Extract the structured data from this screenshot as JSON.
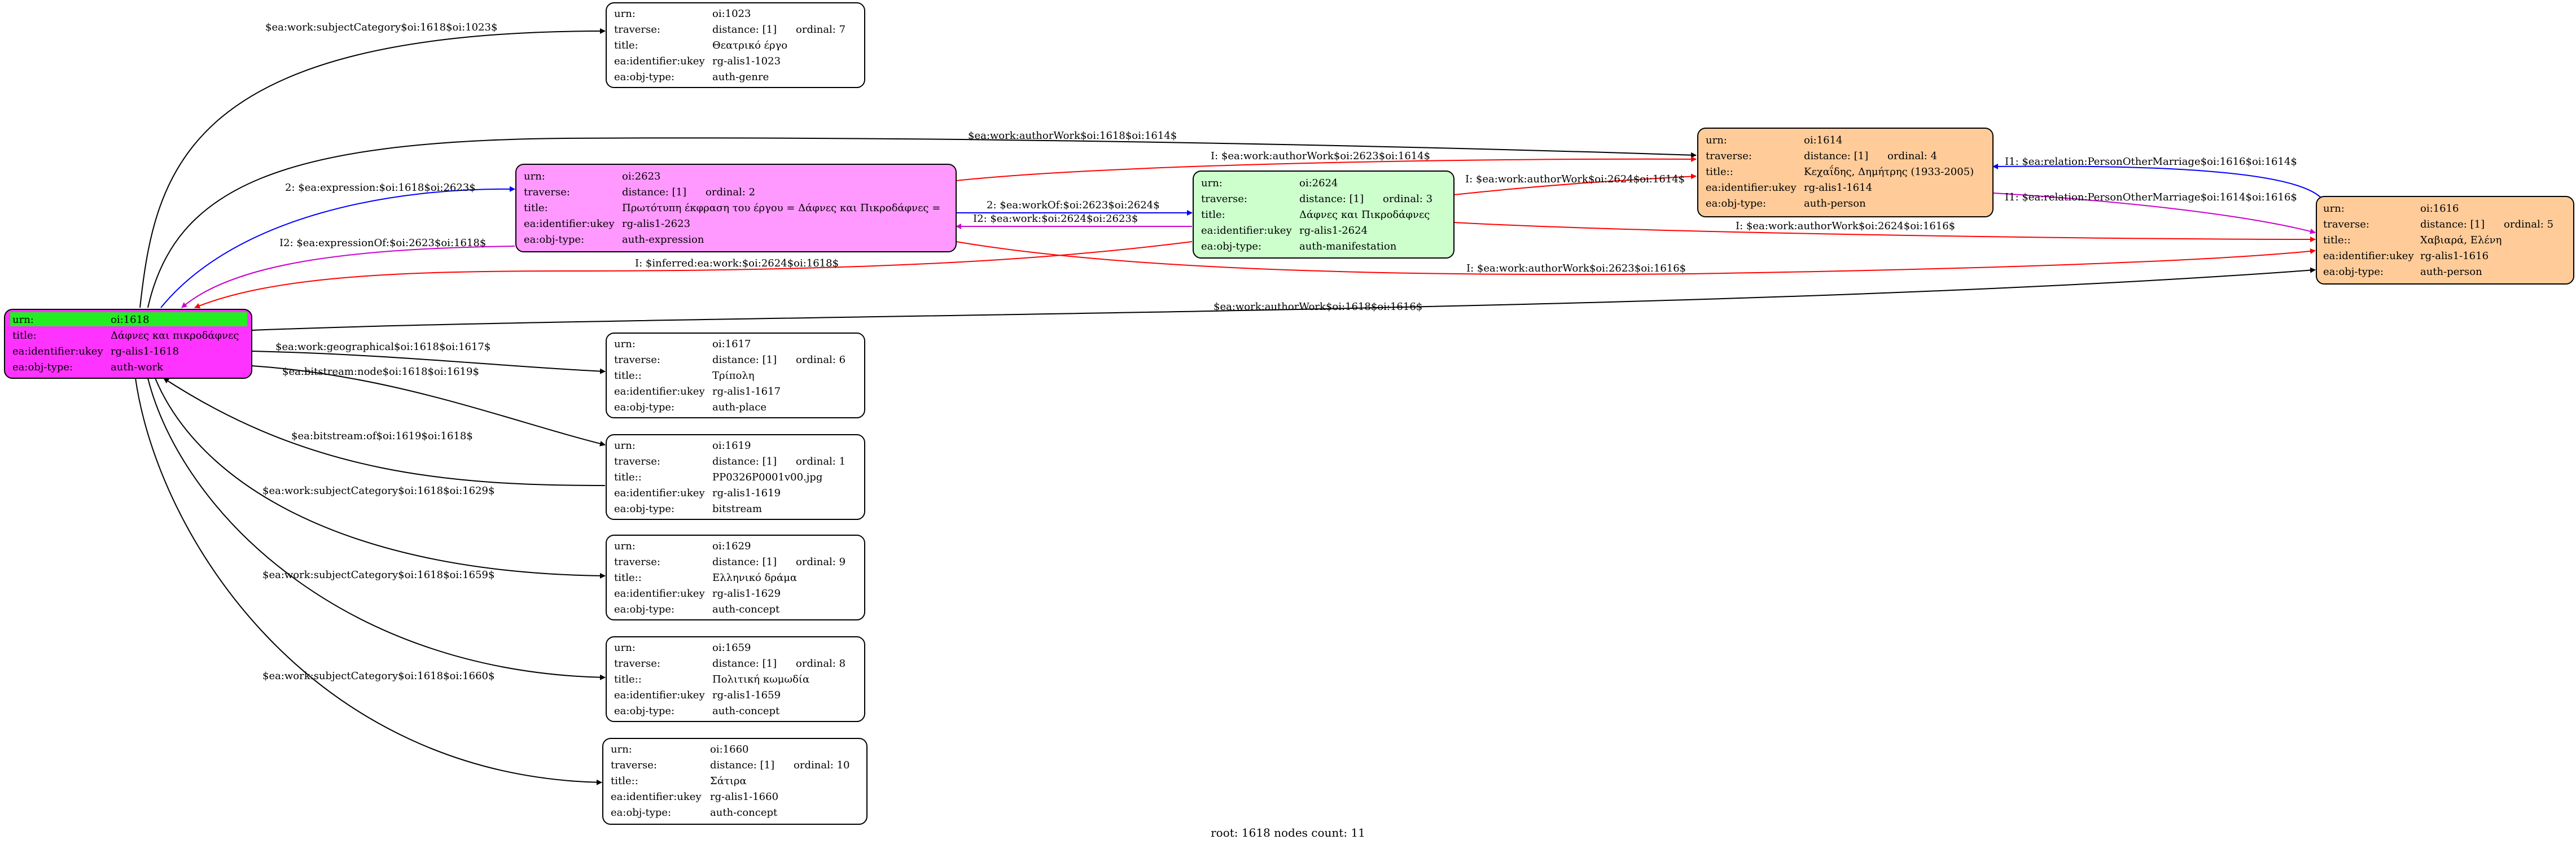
{
  "footer": "root: 1618 nodes count: 11",
  "colors": {
    "root_node": "#ff33ff",
    "root_header": "#22ee22",
    "expression_node": "#ff99ff",
    "manifestation_node": "#ccffcc",
    "person_node": "#ffcc99",
    "plain_node": "#ffffff",
    "edge_black": "#000000",
    "edge_red": "#ff0000",
    "edge_blue": "#0000ff",
    "edge_magenta": "#cc00cc"
  },
  "nodes": [
    {
      "id": "n1618",
      "rows": [
        [
          "urn:",
          "oi:1618"
        ],
        [
          "title:",
          "Δάφνες και πικροδάφνες"
        ],
        [
          "ea:identifier:ukey",
          "rg-alis1-1618"
        ],
        [
          "ea:obj-type:",
          "auth-work"
        ]
      ]
    },
    {
      "id": "n1023",
      "rows": [
        [
          "urn:",
          "oi:1023"
        ],
        [
          "traverse:",
          "distance: [1]",
          "ordinal: 7"
        ],
        [
          "title:",
          "Θεατρικό έργο"
        ],
        [
          "ea:identifier:ukey",
          "rg-alis1-1023"
        ],
        [
          "ea:obj-type:",
          "auth-genre"
        ]
      ]
    },
    {
      "id": "n2623",
      "rows": [
        [
          "urn:",
          "oi:2623"
        ],
        [
          "traverse:",
          "distance: [1]",
          "ordinal: 2"
        ],
        [
          "title:",
          "Πρωτότυπη έκφραση του έργου = Δάφνες και Πικροδάφνες ="
        ],
        [
          "ea:identifier:ukey",
          "rg-alis1-2623"
        ],
        [
          "ea:obj-type:",
          "auth-expression"
        ]
      ]
    },
    {
      "id": "n2624",
      "rows": [
        [
          "urn:",
          "oi:2624"
        ],
        [
          "traverse:",
          "distance: [1]",
          "ordinal: 3"
        ],
        [
          "title:",
          "Δάφνες και Πικροδάφνες"
        ],
        [
          "ea:identifier:ukey",
          "rg-alis1-2624"
        ],
        [
          "ea:obj-type:",
          "auth-manifestation"
        ]
      ]
    },
    {
      "id": "n1614",
      "rows": [
        [
          "urn:",
          "oi:1614"
        ],
        [
          "traverse:",
          "distance: [1]",
          "ordinal: 4"
        ],
        [
          "title::",
          "Κεχαΐδης, Δημήτρης (1933-2005)"
        ],
        [
          "ea:identifier:ukey",
          "rg-alis1-1614"
        ],
        [
          "ea:obj-type:",
          "auth-person"
        ]
      ]
    },
    {
      "id": "n1616",
      "rows": [
        [
          "urn:",
          "oi:1616"
        ],
        [
          "traverse:",
          "distance: [1]",
          "ordinal: 5"
        ],
        [
          "title::",
          "Χαβιαρά, Ελένη"
        ],
        [
          "ea:identifier:ukey",
          "rg-alis1-1616"
        ],
        [
          "ea:obj-type:",
          "auth-person"
        ]
      ]
    },
    {
      "id": "n1617",
      "rows": [
        [
          "urn:",
          "oi:1617"
        ],
        [
          "traverse:",
          "distance: [1]",
          "ordinal: 6"
        ],
        [
          "title::",
          "Τρίπολη"
        ],
        [
          "ea:identifier:ukey",
          "rg-alis1-1617"
        ],
        [
          "ea:obj-type:",
          "auth-place"
        ]
      ]
    },
    {
      "id": "n1619",
      "rows": [
        [
          "urn:",
          "oi:1619"
        ],
        [
          "traverse:",
          "distance: [1]",
          "ordinal: 1"
        ],
        [
          "title::",
          "PP0326P0001v00.jpg"
        ],
        [
          "ea:identifier:ukey",
          "rg-alis1-1619"
        ],
        [
          "ea:obj-type:",
          "bitstream"
        ]
      ]
    },
    {
      "id": "n1629",
      "rows": [
        [
          "urn:",
          "oi:1629"
        ],
        [
          "traverse:",
          "distance: [1]",
          "ordinal: 9"
        ],
        [
          "title::",
          "Ελληνικό δράμα"
        ],
        [
          "ea:identifier:ukey",
          "rg-alis1-1629"
        ],
        [
          "ea:obj-type:",
          "auth-concept"
        ]
      ]
    },
    {
      "id": "n1659",
      "rows": [
        [
          "urn:",
          "oi:1659"
        ],
        [
          "traverse:",
          "distance: [1]",
          "ordinal: 8"
        ],
        [
          "title::",
          "Πολιτική κωμωδία"
        ],
        [
          "ea:identifier:ukey",
          "rg-alis1-1659"
        ],
        [
          "ea:obj-type:",
          "auth-concept"
        ]
      ]
    },
    {
      "id": "n1660",
      "rows": [
        [
          "urn:",
          "oi:1660"
        ],
        [
          "traverse:",
          "distance: [1]",
          "ordinal: 10"
        ],
        [
          "title::",
          "Σάτιρα"
        ],
        [
          "ea:identifier:ukey",
          "rg-alis1-1660"
        ],
        [
          "ea:obj-type:",
          "auth-concept"
        ]
      ]
    }
  ],
  "edges": [
    {
      "id": "e1",
      "label": "$ea:work:subjectCategory$oi:1618$oi:1023$"
    },
    {
      "id": "e2",
      "label": "$ea:work:authorWork$oi:1618$oi:1614$"
    },
    {
      "id": "e3",
      "label": "2: $ea:expression:$oi:1618$oi:2623$"
    },
    {
      "id": "e4",
      "label": "I: $ea:work:authorWork$oi:2623$oi:1614$"
    },
    {
      "id": "e5",
      "label": "I: $ea:work:authorWork$oi:2624$oi:1614$"
    },
    {
      "id": "e6",
      "label": "I1: $ea:relation:PersonOtherMarriage$oi:1616$oi:1614$"
    },
    {
      "id": "e7",
      "label": "2: $ea:workOf:$oi:2623$oi:2624$"
    },
    {
      "id": "e8",
      "label": "I2: $ea:work:$oi:2624$oi:2623$"
    },
    {
      "id": "e9",
      "label": "I1: $ea:relation:PersonOtherMarriage$oi:1614$oi:1616$"
    },
    {
      "id": "e10",
      "label": "I2: $ea:expressionOf:$oi:2623$oi:1618$"
    },
    {
      "id": "e11",
      "label": "I: $ea:work:authorWork$oi:2624$oi:1616$"
    },
    {
      "id": "e12",
      "label": "I: $inferred:ea:work:$oi:2624$oi:1618$"
    },
    {
      "id": "e13",
      "label": "I: $ea:work:authorWork$oi:2623$oi:1616$"
    },
    {
      "id": "e14",
      "label": "$ea:work:authorWork$oi:1618$oi:1616$"
    },
    {
      "id": "e15",
      "label": "$ea:work:geographical$oi:1618$oi:1617$"
    },
    {
      "id": "e16",
      "label": "$ea:bitstream:node$oi:1618$oi:1619$"
    },
    {
      "id": "e17",
      "label": "$ea:bitstream:of$oi:1619$oi:1618$"
    },
    {
      "id": "e18",
      "label": "$ea:work:subjectCategory$oi:1618$oi:1629$"
    },
    {
      "id": "e19",
      "label": "$ea:work:subjectCategory$oi:1618$oi:1659$"
    },
    {
      "id": "e20",
      "label": "$ea:work:subjectCategory$oi:1618$oi:1660$"
    }
  ]
}
